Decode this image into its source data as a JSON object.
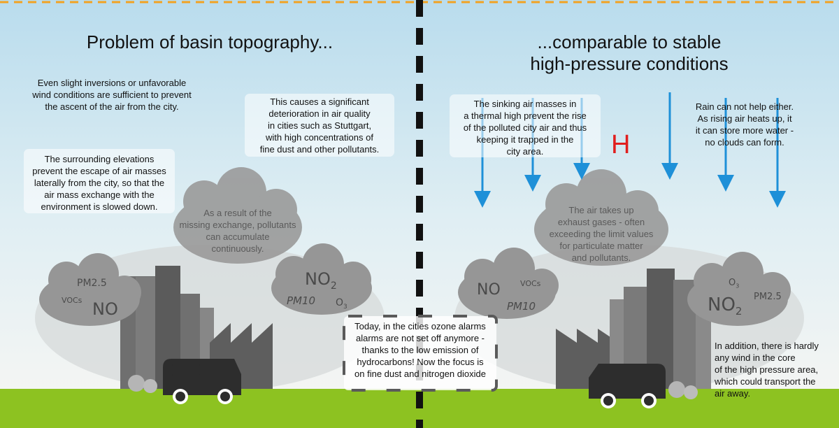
{
  "colors": {
    "sky_top": "#b8dcee",
    "sky_bottom": "#f2f4f2",
    "ground": "#8dc221",
    "border_dash": "#f2a222",
    "arrow": "#1e90d8",
    "h_letter": "#e01e1e"
  },
  "left": {
    "title": "Problem of basin topography...",
    "text_inversion": "Even slight inversions or unfavorable\nwind conditions are sufficient  to prevent\nthe ascent of the air from the city.",
    "box_causes": "This causes a significant\ndeterioration in air quality\nin cities such as Stuttgart,\nwith high concentrations of\nfine dust and other pollutants.",
    "box_elevations": "The surrounding elevations\nprevent the escape of air masses\nlaterally from the city, so that the\nair mass exchange with the\nenvironment is slowed down.",
    "cloud_exchange": "As a result of the\nmissing exchange, pollutants\ncan accumulate\ncontinuously.",
    "cloud1": {
      "pm25": "PM2.5",
      "vocs": "VOCs",
      "no": "NO"
    },
    "cloud2": {
      "no2": "NO",
      "no2_sub": "2",
      "pm10": "PM10",
      "o3": "O",
      "o3_sub": "3"
    }
  },
  "center": {
    "box_ozone": "Today, in the cities ozone alarms\nalarms are not set off anymore -\nthanks to the low emission of\nhydrocarbons! Now the focus is\non fine dust and nitrogen dioxide"
  },
  "right": {
    "title": "...comparable to stable\nhigh-pressure conditions",
    "box_sinking": "The sinking air masses in\na thermal high prevent the rise\nof the polluted city air and thus\nkeeping it trapped in the\ncity area.",
    "h_label": "H",
    "text_rain": "Rain can not help either.\nAs rising air heats up, it\nit can store more water -\nno clouds can form.",
    "cloud_exhaust": "The air takes up\nexhaust gases - often\nexceeding the limit values\nfor particulate matter\nand pollutants.",
    "cloud3": {
      "no": "NO",
      "vocs": "VOCs",
      "pm10": "PM10"
    },
    "cloud4": {
      "o3": "O",
      "o3_sub": "3",
      "pm25": "PM2.5",
      "no2": "NO",
      "no2_sub": "2"
    },
    "text_wind": "In addition, there is hardly\nany wind in the core\nof the high pressure area,\nwhich could transport the\nair away."
  }
}
